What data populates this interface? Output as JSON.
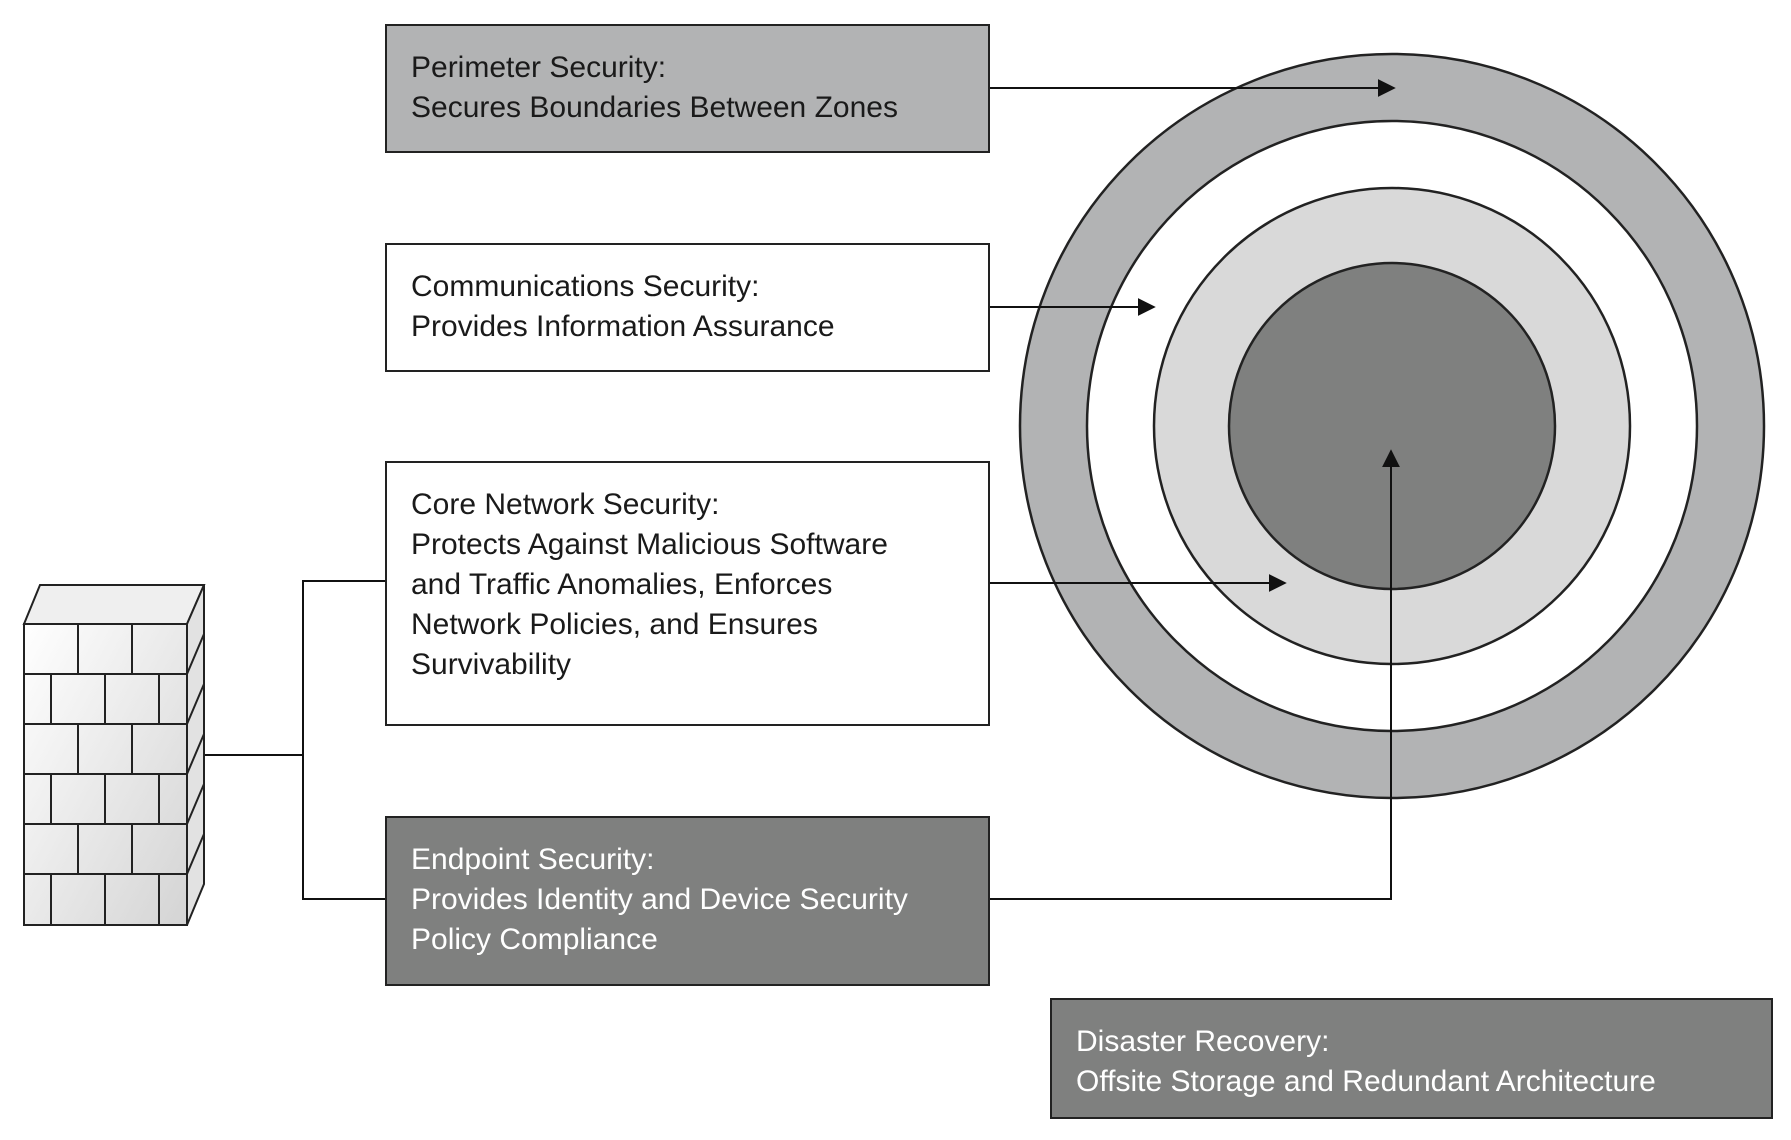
{
  "colors": {
    "stroke": "#222222",
    "gray_medium": "#b2b3b4",
    "gray_light": "#d9d9d9",
    "gray_dark": "#7f807f",
    "white": "#ffffff"
  },
  "layers": {
    "perimeter": {
      "title": "Perimeter Security:",
      "desc": "Secures Boundaries Between Zones",
      "fill": "#b2b3b4"
    },
    "communications": {
      "title": "Communications Security:",
      "desc": "Provides Information Assurance",
      "fill": "#ffffff"
    },
    "core": {
      "title": "Core Network Security:",
      "desc_lines": [
        "Protects Against Malicious Software",
        "and Traffic Anomalies, Enforces",
        "Network Policies, and Ensures",
        "Survivability"
      ],
      "fill": "#ffffff"
    },
    "endpoint": {
      "title": "Endpoint Security:",
      "desc_lines": [
        "Provides Identity and Device Security",
        "Policy Compliance"
      ],
      "fill": "#7f807f"
    },
    "disaster": {
      "title": "Disaster Recovery:",
      "desc": "Offsite Storage and Redundant Architecture",
      "fill": "#7f807f"
    }
  },
  "icons": {
    "firewall": "firewall-icon"
  }
}
